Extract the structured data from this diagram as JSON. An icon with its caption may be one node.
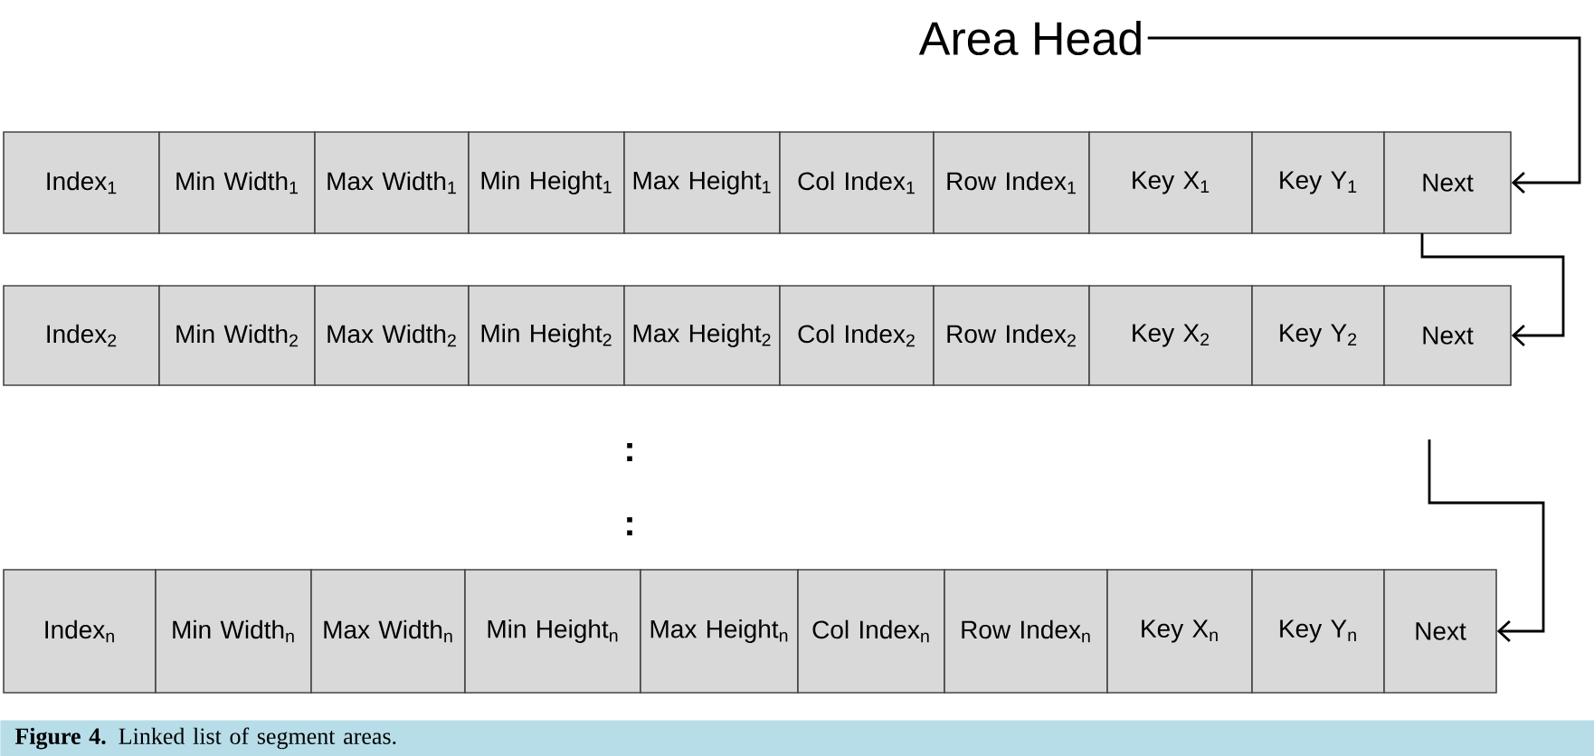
{
  "diagram": {
    "caption": "**Figure 4.** Linked list of segment areas.",
    "nodes": [
      {
        "text": [
          "Area Head"
        ]
      },
      {
        "text": [
          "Index$_{1}$"
        ]
      },
      {
        "text": [
          "Min Width$_{1}$"
        ]
      },
      {
        "text": [
          "Max Width$_{1}$"
        ]
      },
      {
        "text": [
          "Min Height$_{1}$"
        ]
      },
      {
        "text": [
          "Max Height$_{1}$"
        ]
      },
      {
        "text": [
          "Col Index$_{1}$"
        ]
      },
      {
        "text": [
          "Row Index$_{1}$"
        ]
      },
      {
        "text": [
          "Key X$_{1}$"
        ]
      },
      {
        "text": [
          "Key Y$_{1}$"
        ]
      },
      {
        "text": [
          "Next"
        ]
      },
      {
        "text": [
          "Index$_{2}$"
        ]
      },
      {
        "text": [
          "Min Width$_{2}$"
        ]
      },
      {
        "text": [
          "Max Width$_{2}$"
        ]
      },
      {
        "text": [
          "Min Height$_{2}$"
        ]
      },
      {
        "text": [
          "Max Height$_{2}$"
        ]
      },
      {
        "text": [
          "Col Index$_{2}$"
        ]
      },
      {
        "text": [
          "Row Index$_{2}$"
        ]
      },
      {
        "text": [
          "Key X$_{2}$"
        ]
      },
      {
        "text": [
          "Key Y$_{2}$"
        ]
      },
      {
        "text": [
          "Next"
        ]
      },
      {
        "text": [
          "Index$_{n}$"
        ]
      },
      {
        "text": [
          "Min Width$_{n}$"
        ]
      },
      {
        "text": [
          "Max Width$_{n}$"
        ]
      },
      {
        "text": [
          "Min Height$_{n}$"
        ]
      },
      {
        "text": [
          "Max Height$_{n}$"
        ]
      },
      {
        "text": [
          "Col Index$_{n}$"
        ]
      },
      {
        "text": [
          "Row Index$_{n}$"
        ]
      },
      {
        "text": [
          "Key X$_{n}$"
        ]
      },
      {
        "text": [
          "Key Y$_{n}$"
        ]
      },
      {
        "text": [
          "Next"
        ]
      }
    ],
    "edges": [
      {
        "from": 0,
        "to": 10,
        "arrow": "to"
      },
      {
        "from": 10,
        "to": 20,
        "arrow": "to"
      },
      {
        "from": null,
        "to": 30,
        "arrow": "to"
      }
    ],
    "labels": [
      ":",
      ":"
    ]
  }
}
